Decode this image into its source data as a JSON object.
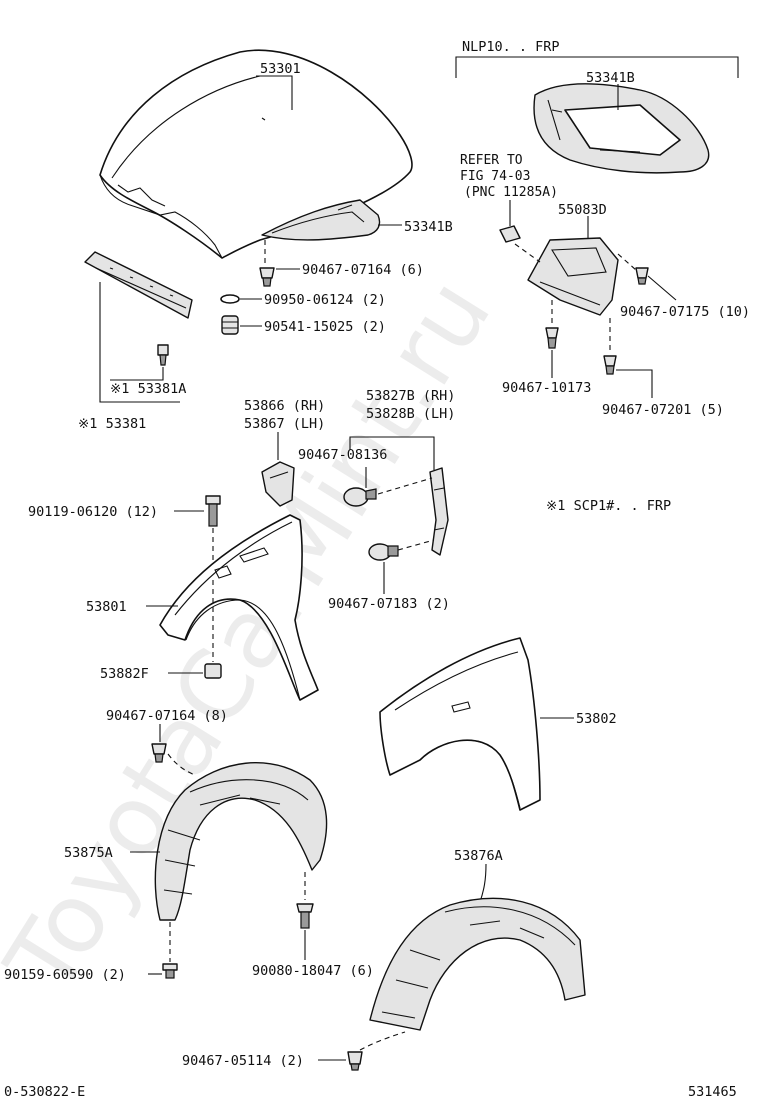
{
  "watermark": "ToyotaCarMint.ru",
  "header": {
    "variant_note": "NLP10. . FRP",
    "footnote_note": "※1 SCP1#. . FRP",
    "refer_line1": "REFER TO",
    "refer_line2": "FIG 74-03",
    "refer_line3": "(PNC 11285A)"
  },
  "labels": {
    "p53301": "53301",
    "p53341b_top": "53341B",
    "p53341b_hood": "53341B",
    "p55083d": "55083D",
    "p90467_07164_6": "90467-07164 (6)",
    "p90950_06124": "90950-06124 (2)",
    "p90541_15025": "90541-15025 (2)",
    "p53381a": "※1 53381A",
    "p53381": "※1 53381",
    "p90467_07175": "90467-07175 (10)",
    "p90467_10173": "90467-10173",
    "p90467_07201": "90467-07201 (5)",
    "p53866": "53866 (RH)",
    "p53867": "53867 (LH)",
    "p53827b": "53827B (RH)",
    "p53828b": "53828B (LH)",
    "p90467_08136": "90467-08136",
    "p90119_06120": "90119-06120 (12)",
    "p53801": "53801",
    "p90467_07183": "90467-07183 (2)",
    "p53882f": "53882F",
    "p53802": "53802",
    "p90467_07164_8": "90467-07164 (8)",
    "p53875a": "53875A",
    "p53876a": "53876A",
    "p90159_60590": "90159-60590 (2)",
    "p90080_18047": "90080-18047 (6)",
    "p90467_05114": "90467-05114 (2)"
  },
  "footer": {
    "left_code": "0-530822-E",
    "right_code": "531465"
  }
}
